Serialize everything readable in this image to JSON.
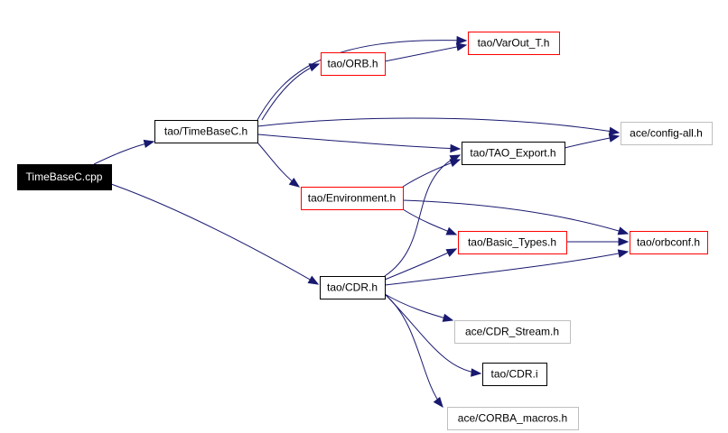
{
  "colors": {
    "background": "#ffffff",
    "edge": "#191970",
    "root_fill": "#000000",
    "root_text": "#ffffff",
    "documented_border": "#000000",
    "undocumented_border": "#ff0000",
    "external_border": "#bfbfbf",
    "node_fill": "#ffffff",
    "node_text": "#000000"
  },
  "nodes": {
    "timebasec_cpp": {
      "label": "TimeBaseC.cpp",
      "style": "root"
    },
    "timebasec_h": {
      "label": "tao/TimeBaseC.h",
      "style": "documented"
    },
    "orb_h": {
      "label": "tao/ORB.h",
      "style": "undocumented"
    },
    "varout_t_h": {
      "label": "tao/VarOut_T.h",
      "style": "undocumented"
    },
    "config_all_h": {
      "label": "ace/config-all.h",
      "style": "external"
    },
    "tao_export_h": {
      "label": "tao/TAO_Export.h",
      "style": "documented"
    },
    "environment_h": {
      "label": "tao/Environment.h",
      "style": "undocumented"
    },
    "basic_types_h": {
      "label": "tao/Basic_Types.h",
      "style": "undocumented"
    },
    "orbconf_h": {
      "label": "tao/orbconf.h",
      "style": "undocumented"
    },
    "cdr_h": {
      "label": "tao/CDR.h",
      "style": "documented"
    },
    "cdr_stream_h": {
      "label": "ace/CDR_Stream.h",
      "style": "external"
    },
    "cdr_i": {
      "label": "tao/CDR.i",
      "style": "documented"
    },
    "corba_macros_h": {
      "label": "ace/CORBA_macros.h",
      "style": "external"
    }
  },
  "edges": [
    {
      "from": "timebasec_cpp",
      "to": "timebasec_h"
    },
    {
      "from": "timebasec_cpp",
      "to": "cdr_h"
    },
    {
      "from": "timebasec_h",
      "to": "varout_t_h"
    },
    {
      "from": "timebasec_h",
      "to": "orb_h"
    },
    {
      "from": "orb_h",
      "to": "varout_t_h"
    },
    {
      "from": "timebasec_h",
      "to": "config_all_h"
    },
    {
      "from": "timebasec_h",
      "to": "tao_export_h"
    },
    {
      "from": "timebasec_h",
      "to": "environment_h"
    },
    {
      "from": "tao_export_h",
      "to": "config_all_h"
    },
    {
      "from": "environment_h",
      "to": "tao_export_h"
    },
    {
      "from": "environment_h",
      "to": "basic_types_h"
    },
    {
      "from": "environment_h",
      "to": "orbconf_h"
    },
    {
      "from": "basic_types_h",
      "to": "orbconf_h"
    },
    {
      "from": "cdr_h",
      "to": "tao_export_h"
    },
    {
      "from": "cdr_h",
      "to": "basic_types_h"
    },
    {
      "from": "cdr_h",
      "to": "orbconf_h"
    },
    {
      "from": "cdr_h",
      "to": "cdr_stream_h"
    },
    {
      "from": "cdr_h",
      "to": "cdr_i"
    },
    {
      "from": "cdr_h",
      "to": "corba_macros_h"
    }
  ]
}
